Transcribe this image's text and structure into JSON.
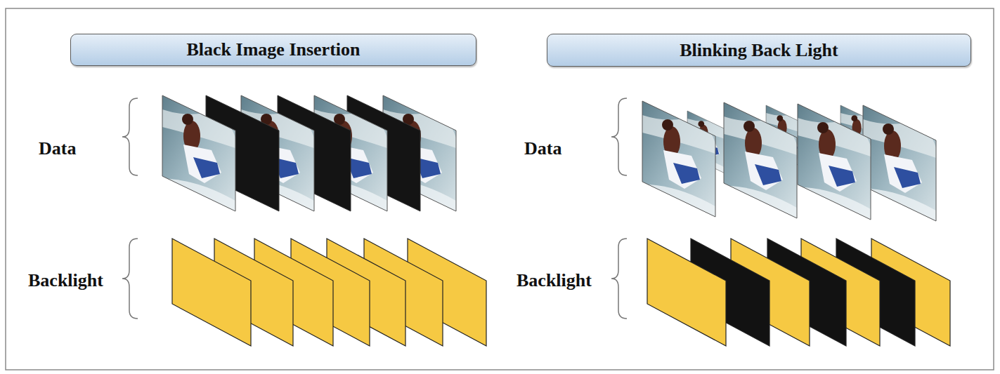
{
  "diagram": {
    "nodes": [
      {
        "text": [
          "Black Image Insertion"
        ]
      },
      {
        "text": [
          "Blinking Back Light"
        ]
      }
    ],
    "labels": [
      "Data",
      "Backlight",
      "Data",
      "Backlight"
    ]
  }
}
